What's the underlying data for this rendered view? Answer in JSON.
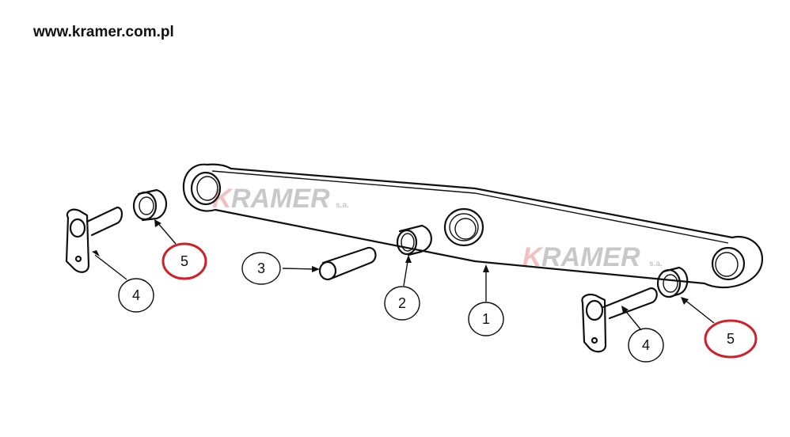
{
  "header": {
    "url": "www.kramer.com.pl"
  },
  "watermark": {
    "k": "K",
    "rest": "RAMER",
    "suffix": "s.a."
  },
  "callouts": [
    {
      "label": "1",
      "part": "arm",
      "highlighted": false
    },
    {
      "label": "2",
      "part": "bushing",
      "highlighted": false
    },
    {
      "label": "3",
      "part": "pin",
      "highlighted": false
    },
    {
      "label": "4",
      "part": "pin-with-plate-left",
      "highlighted": false
    },
    {
      "label": "4",
      "part": "pin-with-plate-right",
      "highlighted": false
    },
    {
      "label": "5",
      "part": "grease-bushing-left",
      "highlighted": true
    },
    {
      "label": "5",
      "part": "grease-bushing-right",
      "highlighted": true
    }
  ],
  "colors": {
    "highlight": "#d0202a",
    "line": "#111111",
    "watermark": "#c8c8c8"
  }
}
